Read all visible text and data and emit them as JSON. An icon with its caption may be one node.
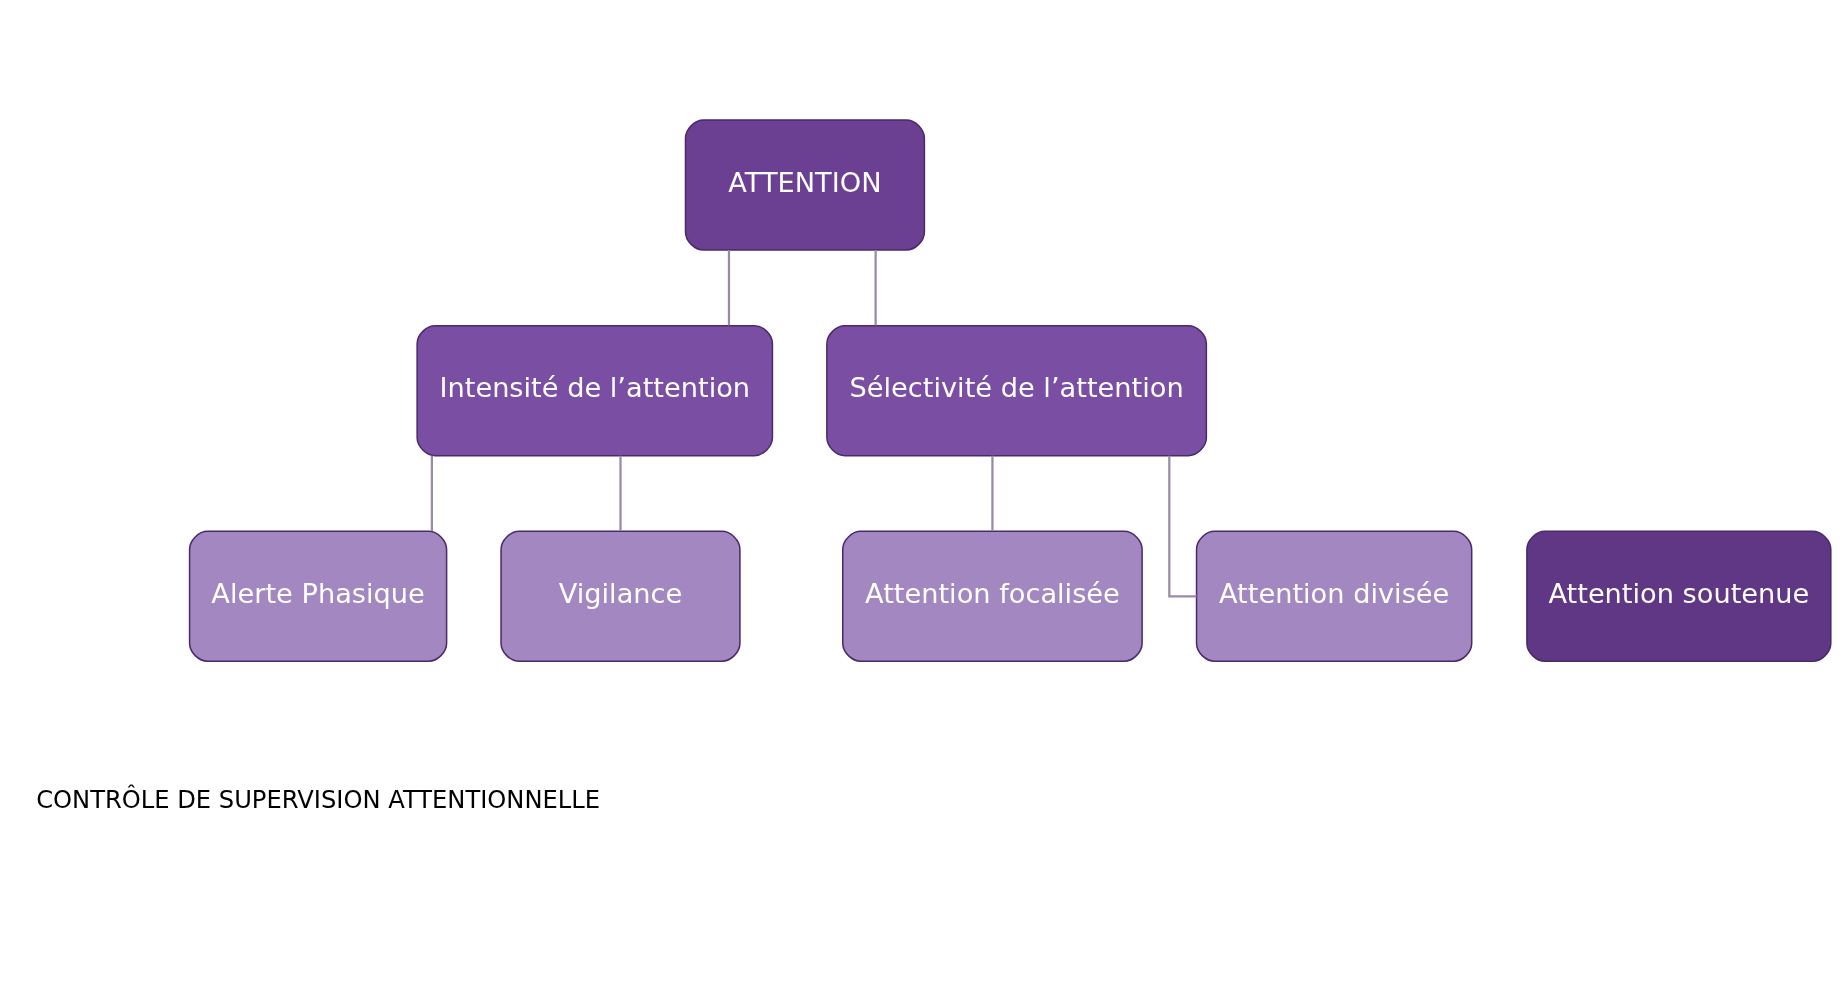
{
  "diagram": {
    "nodes": [
      {
        "text": [
          "ATTENTION"
        ]
      },
      {
        "text": [
          "Intensité de l’attention"
        ]
      },
      {
        "text": [
          "Sélectivité de l’attention"
        ]
      },
      {
        "text": [
          "Alerte Phasique"
        ]
      },
      {
        "text": [
          "Vigilance"
        ]
      },
      {
        "text": [
          "Attention focalisée"
        ]
      },
      {
        "text": [
          "Attention divisée"
        ]
      },
      {
        "text": [
          "Attention soutenue"
        ]
      }
    ],
    "edges": [
      {
        "from": 0,
        "to": 1,
        "arrow": "none"
      },
      {
        "from": 0,
        "to": 2,
        "arrow": "none"
      },
      {
        "from": 1,
        "to": 3,
        "arrow": "none"
      },
      {
        "from": 1,
        "to": 4,
        "arrow": "none"
      },
      {
        "from": 2,
        "to": 5,
        "arrow": "none"
      },
      {
        "from": 2,
        "to": 6,
        "arrow": "none"
      }
    ],
    "labels": [
      "CONTRÔLE DE SUPERVISION ATTENTIONNELLE"
    ]
  }
}
